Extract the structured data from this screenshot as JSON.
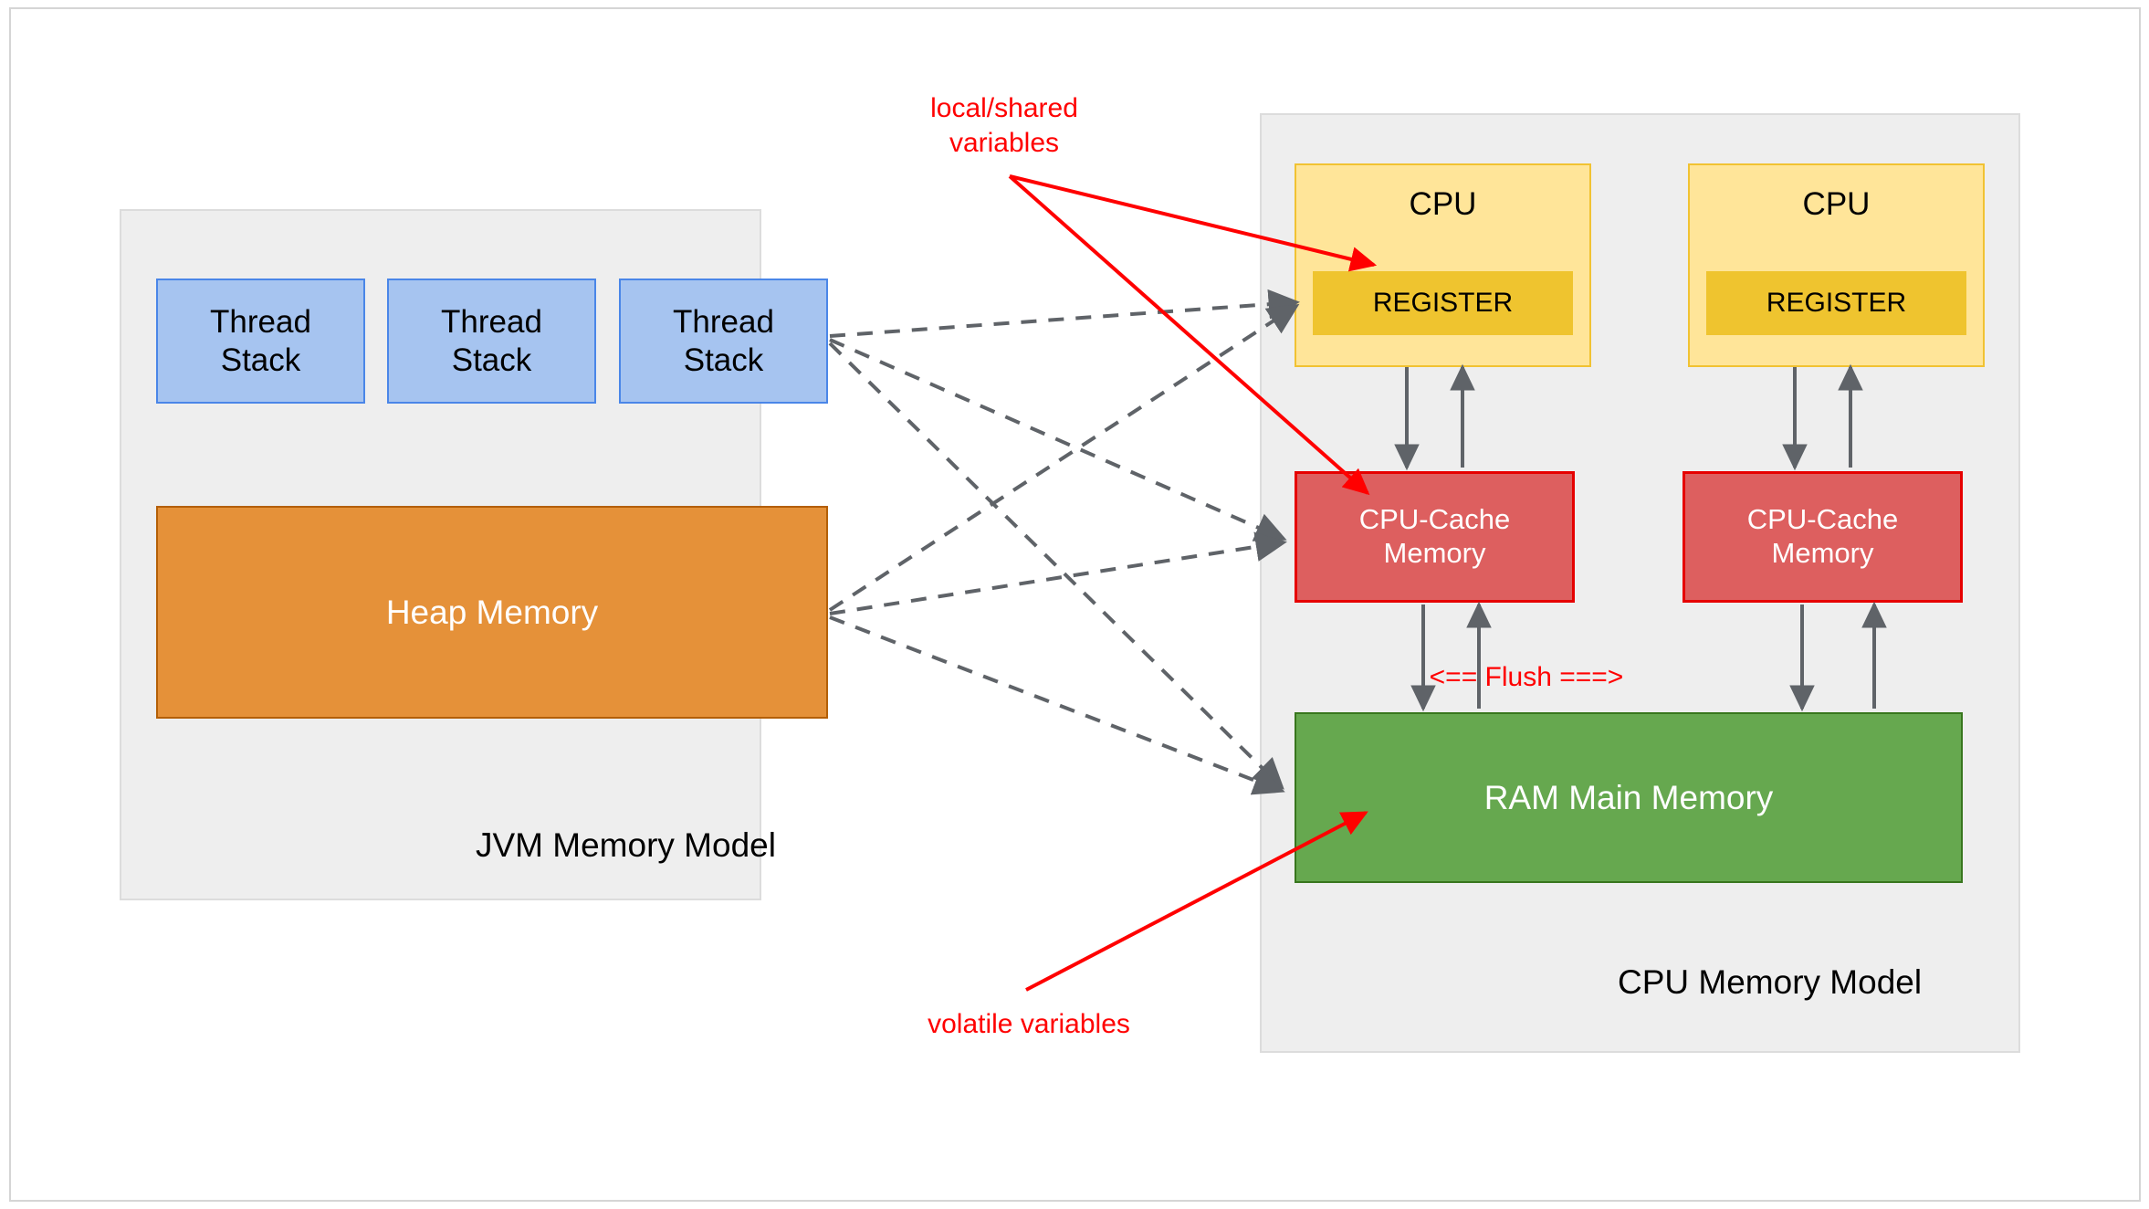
{
  "diagram": {
    "title_jvm": "JVM Memory Model",
    "title_cpu": "CPU Memory Model",
    "panels": [
      {
        "id": "jvm",
        "label": "JVM Memory Model"
      },
      {
        "id": "cpu",
        "label": "CPU Memory Model"
      }
    ],
    "jvm": {
      "label": "JVM Memory Model",
      "thread_stacks": [
        {
          "label": "Thread\nStack"
        },
        {
          "label": "Thread\nStack"
        },
        {
          "label": "Thread\nStack"
        }
      ],
      "heap": {
        "label": "Heap Memory"
      }
    },
    "cpu": {
      "label": "CPU Memory Model",
      "cores": [
        {
          "label": "CPU",
          "register": "REGISTER",
          "cache": "CPU-Cache\nMemory"
        },
        {
          "label": "CPU",
          "register": "REGISTER",
          "cache": "CPU-Cache\nMemory"
        }
      ],
      "ram": {
        "label": "RAM Main Memory"
      },
      "flush_label": "<== Flush ===>"
    },
    "annotations": [
      {
        "id": "local-shared",
        "text": "local/shared\nvariables",
        "color": "#FF0000"
      },
      {
        "id": "volatile",
        "text": "volatile variables",
        "color": "#FF0000"
      },
      {
        "id": "flush",
        "text": "<== Flush ===>",
        "color": "#FF0000"
      }
    ],
    "colors": {
      "panel_bg": "#EEEEEE",
      "panel_border": "#DCDCDC",
      "thread_stack_fill": "#A6C4F0",
      "thread_stack_border": "#4A86E8",
      "heap_fill": "#E59139",
      "heap_border": "#B45F06",
      "cpu_fill": "#FFE599",
      "cpu_border": "#F1C232",
      "register_fill": "#EFC42F",
      "cache_fill": "#DD5F5F",
      "cache_border": "#E60000",
      "ram_fill": "#66A84F",
      "ram_border": "#38761D",
      "annotation_red": "#FF0000",
      "connector_gray": "#5F6368",
      "page_bg": "#FFFFFF"
    }
  }
}
